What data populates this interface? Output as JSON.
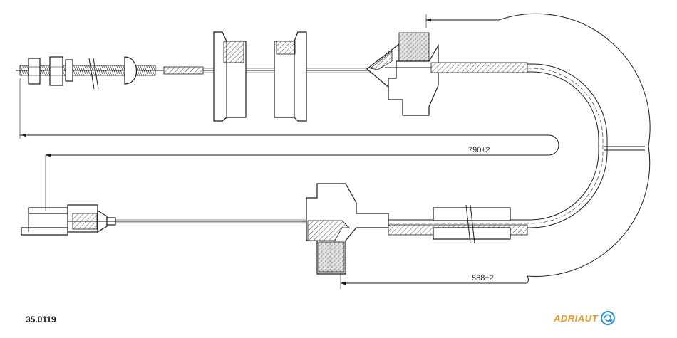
{
  "drawing": {
    "part_number": "35.0119",
    "dimensions": {
      "upper_length": "790±2",
      "lower_length": "588±2"
    }
  },
  "brand": {
    "name": "ADRIAUT",
    "accent_color": "#e39a2a",
    "mark_color": "#2b8fc7",
    "mark_icon": "cable-loop-logo-icon"
  }
}
